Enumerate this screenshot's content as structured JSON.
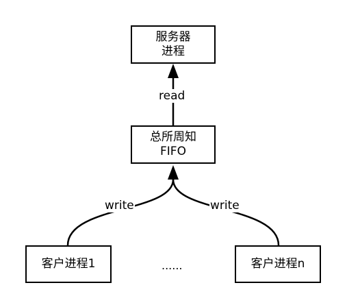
{
  "nodes": {
    "server": {
      "line1": "服务器",
      "line2": "进程"
    },
    "fifo": {
      "line1": "总所周知",
      "line2": "FIFO"
    },
    "client1": {
      "label": "客户进程1"
    },
    "clientn": {
      "label": "客户进程n"
    }
  },
  "edges": {
    "read_label": "read",
    "write_left_label": "write",
    "write_right_label": "write"
  },
  "ellipsis": "......"
}
